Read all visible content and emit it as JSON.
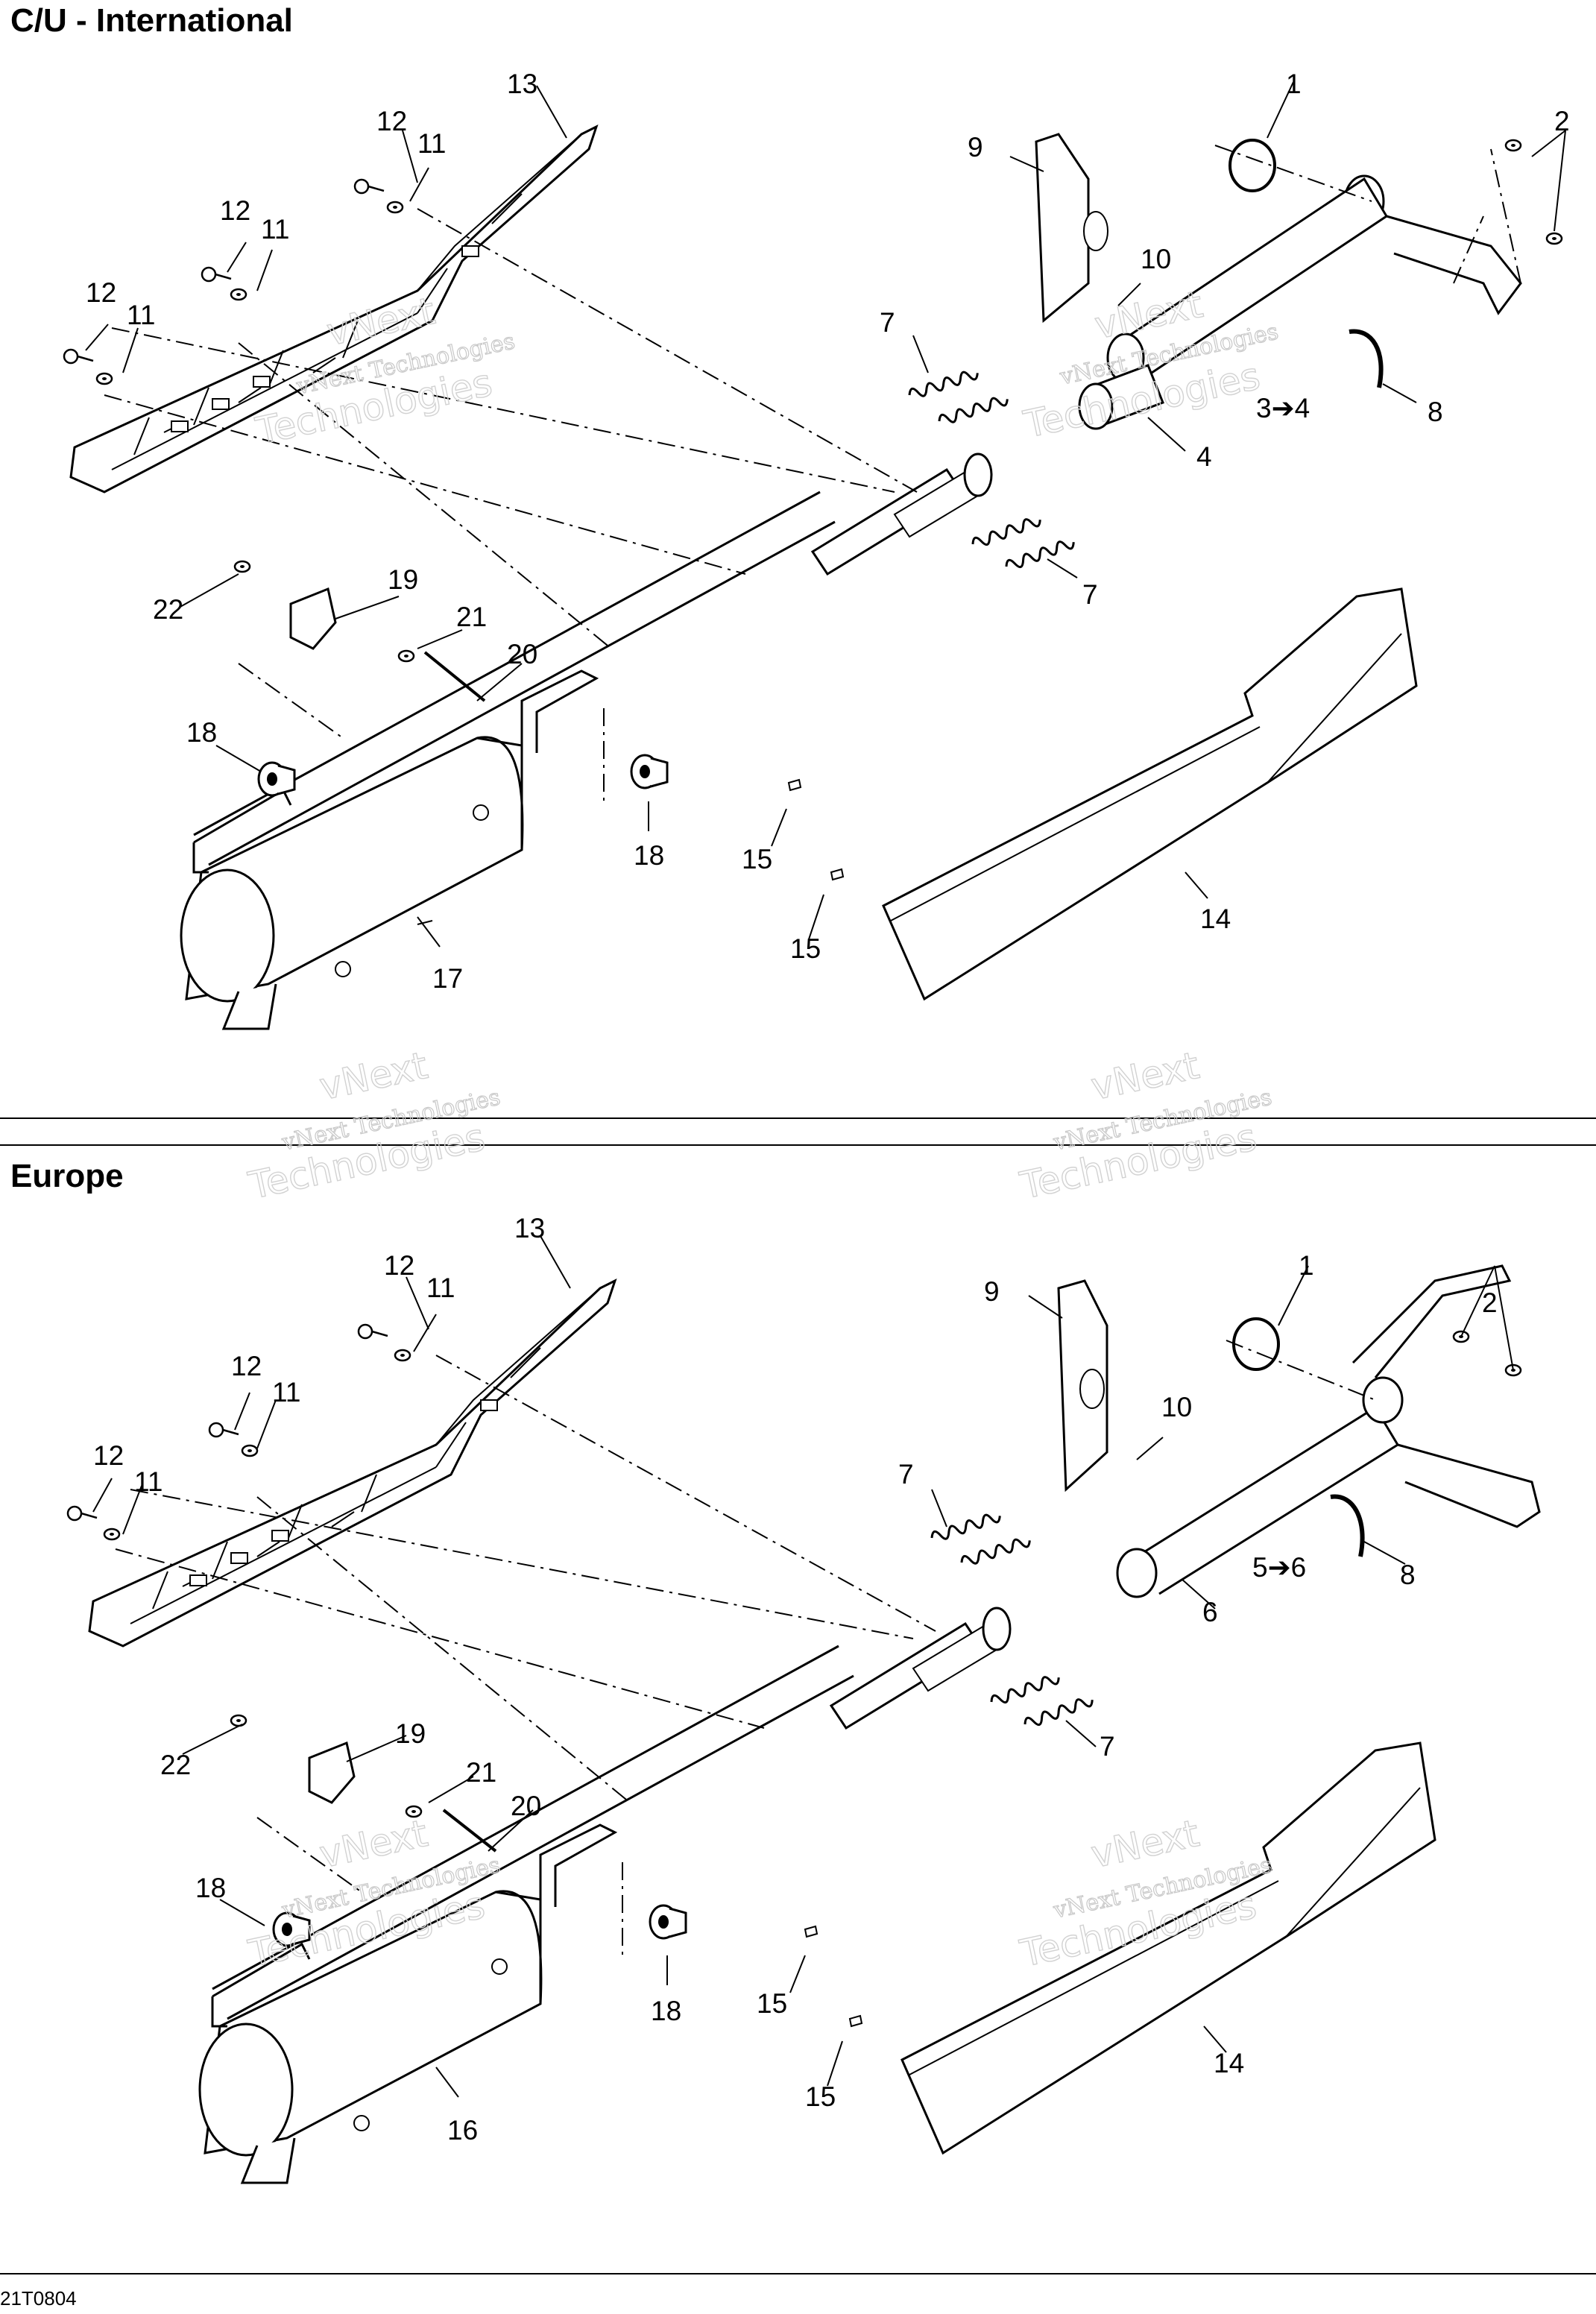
{
  "sections": [
    {
      "title": "C/U - International",
      "callouts": [
        "1",
        "2",
        "3➔4",
        "4",
        "7",
        "7",
        "8",
        "9",
        "10",
        "11",
        "11",
        "11",
        "12",
        "12",
        "12",
        "13",
        "14",
        "15",
        "15",
        "17",
        "18",
        "18",
        "19",
        "20",
        "21",
        "22"
      ]
    },
    {
      "title": "Europe",
      "callouts": [
        "1",
        "2",
        "5➔6",
        "6",
        "7",
        "7",
        "8",
        "9",
        "10",
        "11",
        "11",
        "11",
        "12",
        "12",
        "12",
        "13",
        "14",
        "15",
        "15",
        "16",
        "18",
        "18",
        "19",
        "20",
        "21",
        "22"
      ]
    }
  ],
  "watermark": {
    "line1": "vNext Technologies",
    "line2": "vNext",
    "line3": "Technologies"
  },
  "footer": {
    "drawing_code": "21T0804"
  }
}
